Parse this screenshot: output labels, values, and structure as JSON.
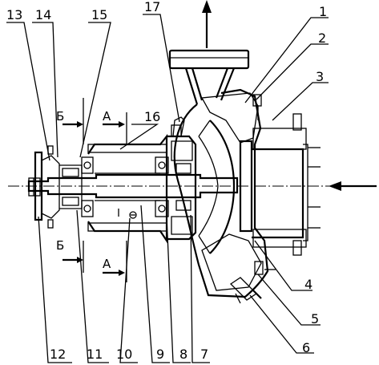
{
  "drawing": {
    "part_numbers": [
      "1",
      "2",
      "3",
      "4",
      "5",
      "6",
      "7",
      "8",
      "9",
      "10",
      "11",
      "12",
      "13",
      "14",
      "15",
      "16",
      "17"
    ],
    "section_marks": {
      "b": "Б",
      "a": "А"
    },
    "colors": {
      "line": "#000000",
      "background": "#ffffff"
    }
  }
}
